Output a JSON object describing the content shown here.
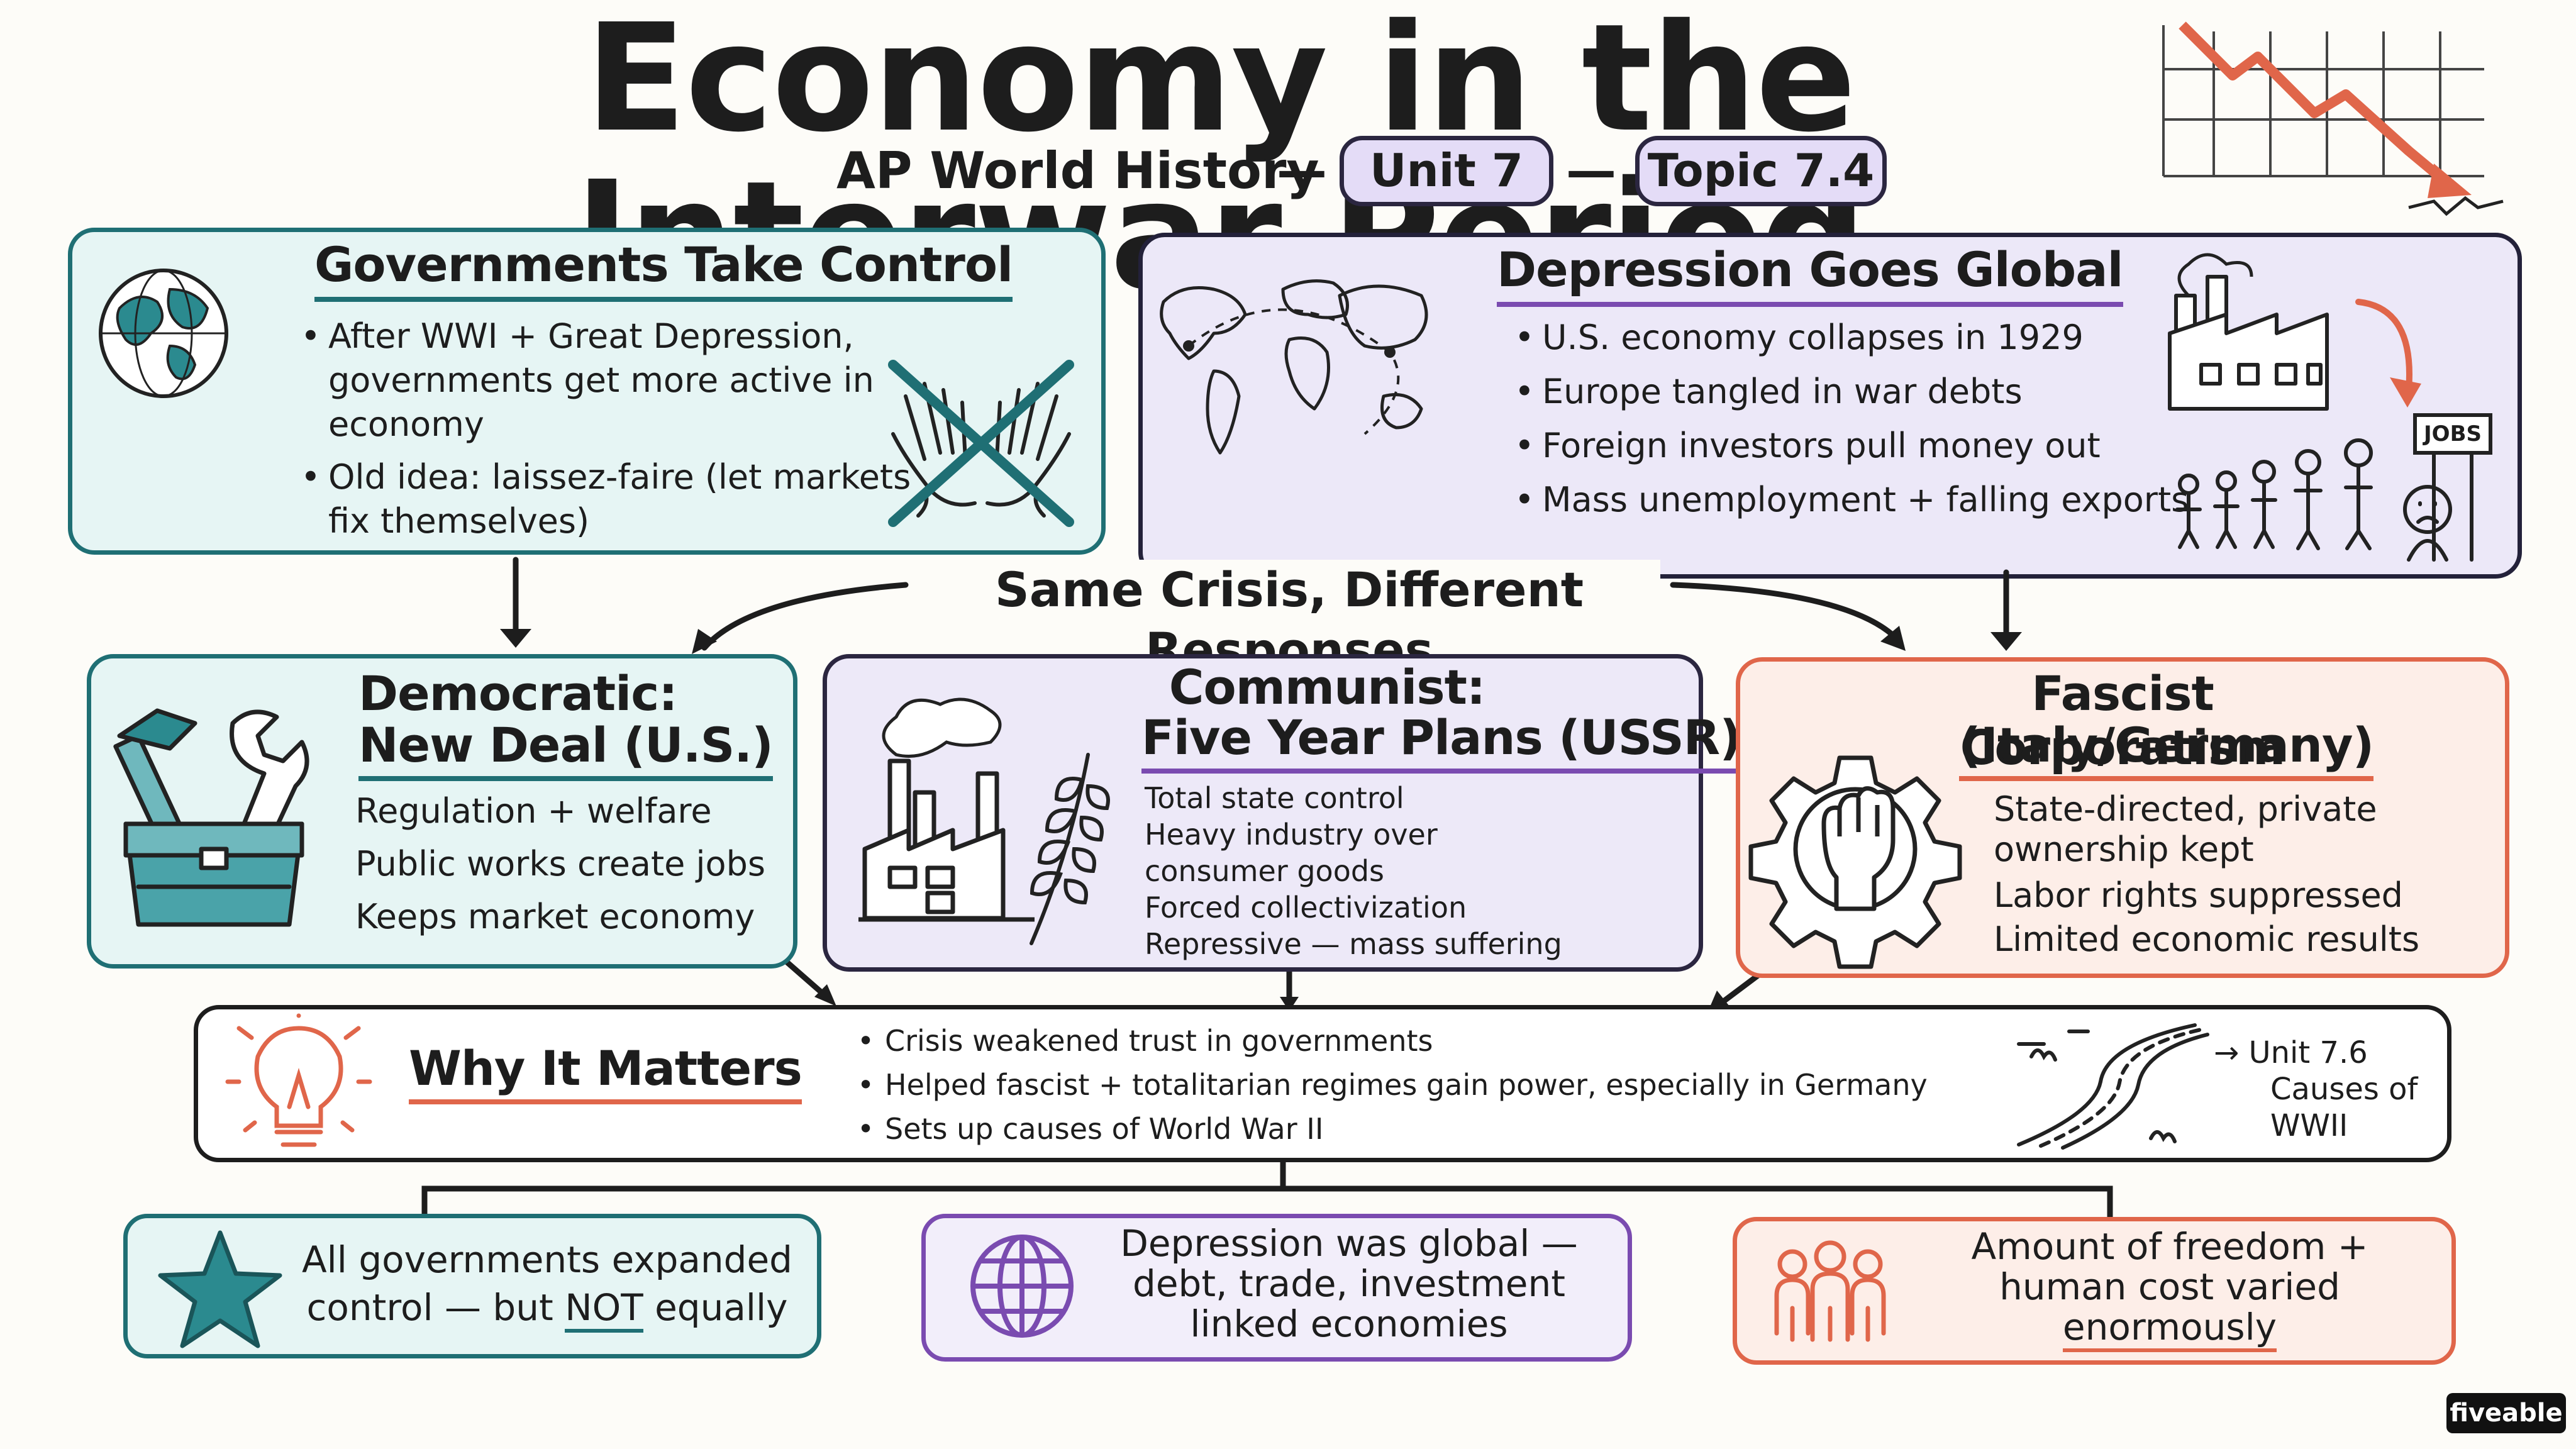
{
  "header": {
    "title": "Economy in the Interwar Period",
    "subtitle": "AP World History",
    "dash1": "—",
    "dash2": "—",
    "unit": "Unit 7",
    "topic": "Topic 7.4"
  },
  "governments": {
    "title": "Governments Take Control",
    "bullets": [
      "After WWI + Great Depression, governments get more active in economy",
      "Old idea: laissez-faire (let markets fix themselves)"
    ]
  },
  "depression": {
    "title": "Depression Goes Global",
    "bullets": [
      "U.S. economy collapses in 1929",
      "Europe tangled in war debts",
      "Foreign investors pull money out",
      "Mass unemployment + falling exports"
    ],
    "jobs_sign": "JOBS"
  },
  "center_label": "Same Crisis, Different Responses",
  "democratic": {
    "title_line1": "Democratic:",
    "title_line2": "New Deal (U.S.)",
    "items": [
      "Regulation + welfare",
      "Public works create jobs",
      "Keeps market economy"
    ]
  },
  "communist": {
    "title_line1": "Communist:",
    "title_line2": "Five Year Plans (USSR)",
    "items": [
      "Total state control",
      "Heavy industry over consumer goods",
      "Forced collectivization",
      "Repressive — mass suffering"
    ]
  },
  "fascist": {
    "title_line1": "Fascist Corporatism",
    "title_line2": "(Italy/Germany)",
    "items": [
      "State-directed, private ownership kept",
      "Labor rights suppressed",
      "Limited economic results"
    ]
  },
  "why": {
    "title": "Why It Matters",
    "bullets": [
      "Crisis weakened trust in governments",
      "Helped fascist + totalitarian regimes gain power, especially in Germany",
      "Sets up causes of World War II"
    ],
    "next_line1": "→ Unit 7.6",
    "next_line2": "Causes of",
    "next_line3": "WWII"
  },
  "takeaways": {
    "t1_part1": "All governments expanded control — but ",
    "t1_emph": "NOT",
    "t1_part2": " equally",
    "t2": "Depression was global — debt, trade, investment linked economies",
    "t3_part1": "Amount of freedom + human cost varied ",
    "t3_emph": "enormously"
  },
  "brand": "fiveable",
  "colors": {
    "teal": "#1f6f74",
    "purple": "#7a4bb0",
    "salmon": "#e0664a",
    "ink": "#1d1d1d"
  }
}
